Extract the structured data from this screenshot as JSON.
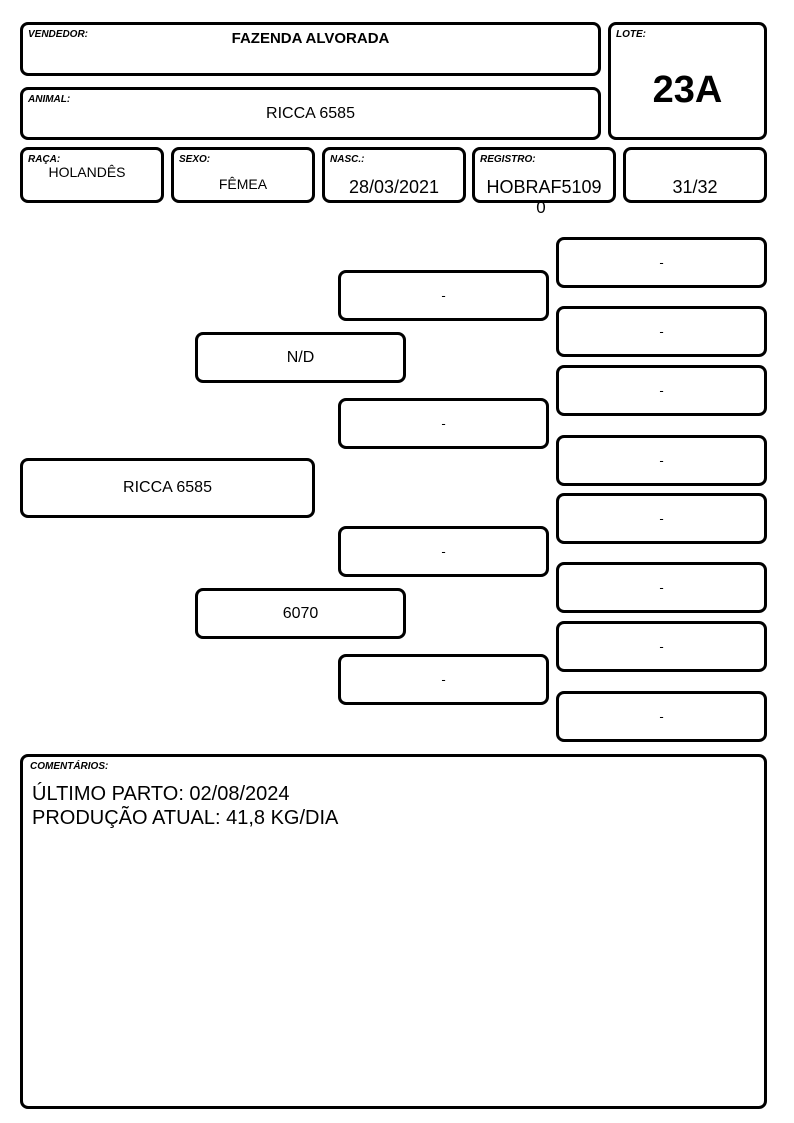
{
  "header": {
    "vendedor": {
      "label": "VENDEDOR:",
      "value": "FAZENDA ALVORADA"
    },
    "lote": {
      "label": "LOTE:",
      "value": "23A"
    },
    "animal": {
      "label": "ANIMAL:",
      "value": "RICCA 6585"
    },
    "raca": {
      "label": "RAÇA:",
      "value": "HOLANDÊS"
    },
    "sexo": {
      "label": "SEXO:",
      "value": "FÊMEA"
    },
    "nasc": {
      "label": "NASC.:",
      "value": "28/03/2021"
    },
    "registro": {
      "label": "REGISTRO:",
      "value": "HOBRAF5109",
      "value_overflow": "0"
    },
    "grau": {
      "value": "31/32"
    }
  },
  "pedigree": {
    "animal": "RICCA 6585",
    "sire": "N/D",
    "dam": "6070",
    "sire_sire": "-",
    "sire_dam": "-",
    "dam_sire": "-",
    "dam_dam": "-",
    "ggp": [
      "-",
      "-",
      "-",
      "-",
      "-",
      "-",
      "-",
      "-"
    ]
  },
  "comments": {
    "label": "COMENTÁRIOS:",
    "lines": [
      "ÚLTIMO PARTO: 02/08/2024",
      "PRODUÇÃO ATUAL: 41,8 KG/DIA"
    ]
  }
}
